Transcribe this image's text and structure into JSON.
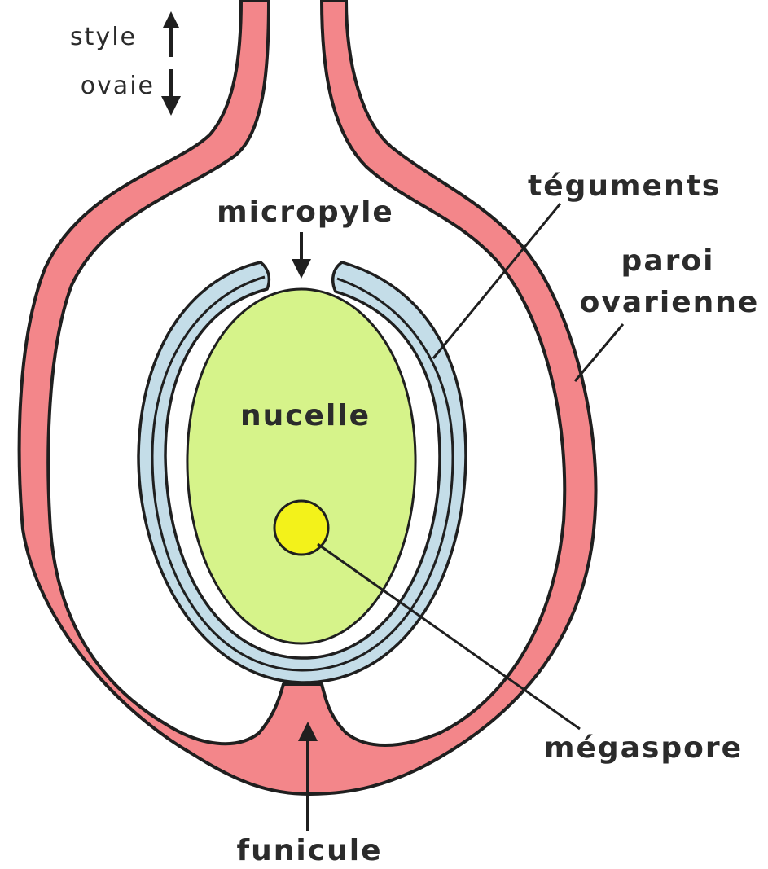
{
  "labels": {
    "style": "style",
    "ovaire": "ovaie",
    "teguments": "téguments",
    "micropyle": "micropyle",
    "paroi_line1": "paroi",
    "paroi_line2": "ovarienne",
    "nucelle": "nucelle",
    "megaspore": "mégaspore",
    "funicule": "funicule"
  },
  "colors": {
    "ovary_wall": "#f3868a",
    "integuments": "#c4dde8",
    "nucellus": "#d6f38a",
    "megaspore": "#f3f21a",
    "outline": "#1f1f1f",
    "text": "#2b2b2b"
  }
}
